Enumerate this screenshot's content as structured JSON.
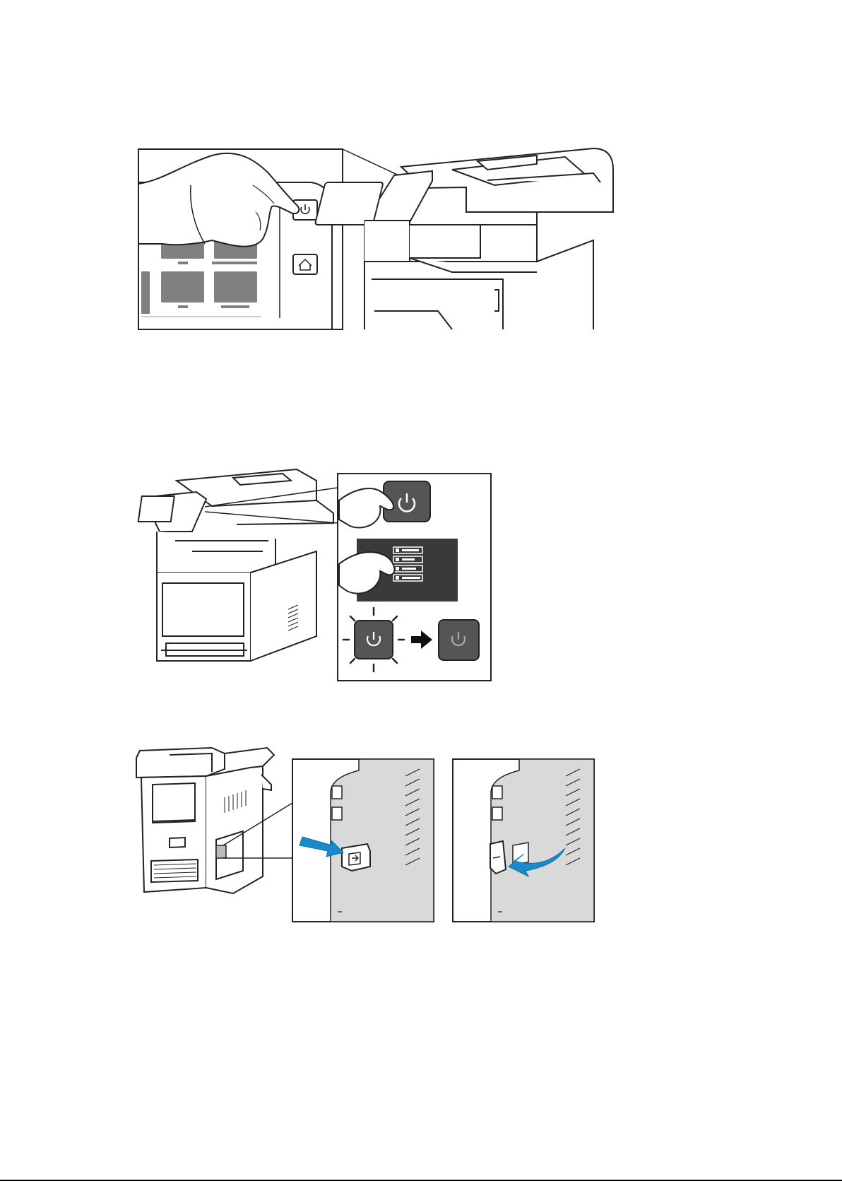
{
  "page": {
    "background": "#ffffff"
  },
  "colors": {
    "line": "#222222",
    "panel_gray": "#808080",
    "panel_light": "#d9d9d9",
    "button_dark": "#4a4a4a",
    "screen_dark": "#3a3a3a",
    "accent_blue": "#1a8ac9"
  },
  "figures": [
    {
      "id": "fig-press-power-button",
      "icons": [
        "hand-icon",
        "power-icon",
        "home-icon",
        "printer-icon"
      ]
    },
    {
      "id": "fig-power-off-sequence",
      "icons": [
        "printer-icon",
        "hand-icon",
        "power-icon",
        "menu-icon",
        "arrow-right-icon"
      ]
    },
    {
      "id": "fig-rear-power-switch",
      "icons": [
        "printer-rear-icon",
        "switch-icon",
        "arrow-icon"
      ]
    }
  ]
}
